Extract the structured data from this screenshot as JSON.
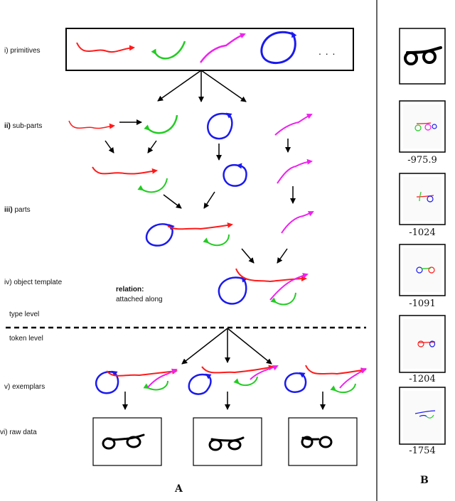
{
  "panel_a": {
    "letter": "A",
    "levels": {
      "primitives": "i) primitives",
      "subparts_num": "ii)",
      "subparts_word": "sub-parts",
      "parts_num": "iii)",
      "parts_word": "parts",
      "object_template": "iv) object template",
      "exemplars": "v) exemplars",
      "raw_data": "vi) raw data"
    },
    "ellipsis": ". . .",
    "relation_title": "relation:",
    "relation_value": "attached along",
    "type_level": "type level",
    "token_level": "token level"
  },
  "panel_b": {
    "letter": "B",
    "scores": [
      "-975.9",
      "-1024",
      "-1091",
      "-1204",
      "-1754"
    ]
  },
  "colors": {
    "red": "#ff1a1a",
    "green": "#22cc22",
    "magenta": "#ee22ee",
    "blue": "#1a1aee",
    "ink": "#000000"
  }
}
